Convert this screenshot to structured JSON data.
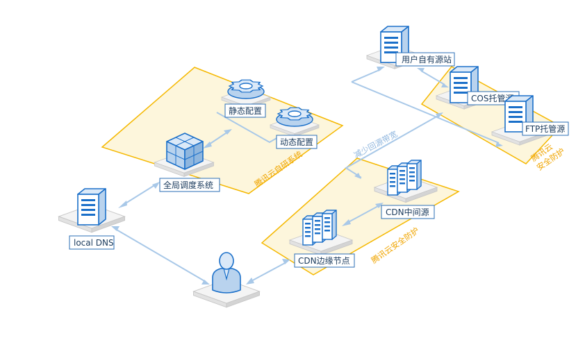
{
  "labels": {
    "user_origin": "用户自有源站",
    "cos_origin": "COS托管源",
    "ftp_origin": "FTP托管源",
    "static_config": "静态配置",
    "dynamic_config": "动态配置",
    "gslb": "全局调度系统",
    "local_dns": "local DNS",
    "cdn_mid": "CDN中间源",
    "cdn_edge": "CDN边缘节点"
  },
  "zones": {
    "self_dev": "腾讯云自研系统",
    "security_cdn": "腾讯云安全防护",
    "security_origin_line1": "腾讯云",
    "security_origin_line2": "安全防护"
  },
  "notes": {
    "reduce_backsource": "减少回源带宽"
  },
  "colors": {
    "zone_fill": "#fdf6dc",
    "zone_border": "#f5b800",
    "arrow": "#a8c8e8",
    "icon_blue": "#1a6fc9",
    "label_border": "#2a6db5"
  },
  "icons": {
    "user_origin": "server-icon",
    "cos_origin": "server-icon",
    "ftp_origin": "server-icon",
    "static_config": "gear-icon",
    "dynamic_config": "gear-icon",
    "gslb": "cube-icon",
    "local_dns": "server-icon",
    "cdn_mid": "server-cluster-icon",
    "cdn_edge": "server-cluster-icon",
    "client": "user-icon"
  }
}
